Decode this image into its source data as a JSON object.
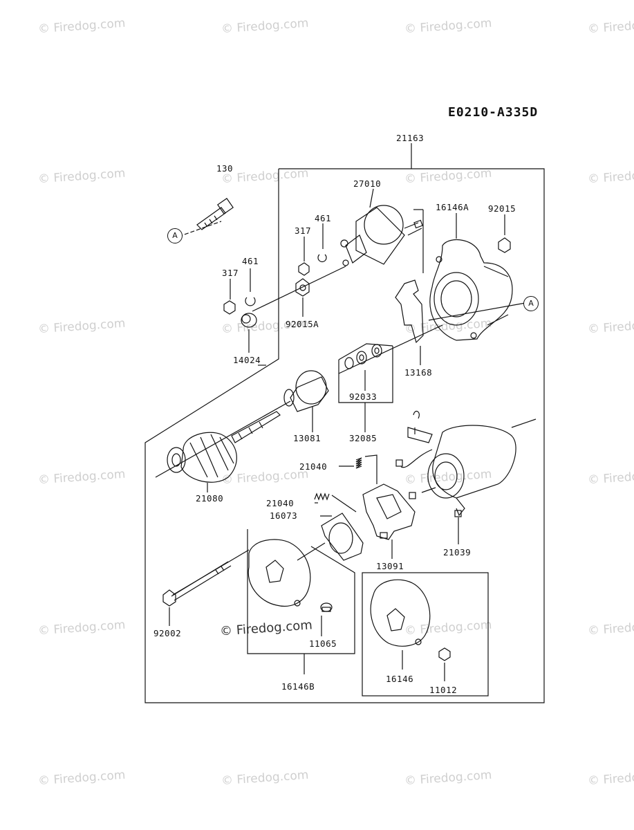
{
  "diagram_code": "E0210-A335D",
  "watermark": "© Firedog.com",
  "ref_marker": "A",
  "parts": [
    {
      "id": "21163",
      "label": "21163"
    },
    {
      "id": "130",
      "label": "130"
    },
    {
      "id": "27010",
      "label": "27010"
    },
    {
      "id": "16146A",
      "label": "16146A"
    },
    {
      "id": "92015",
      "label": "92015"
    },
    {
      "id": "461a",
      "label": "461"
    },
    {
      "id": "317a",
      "label": "317"
    },
    {
      "id": "461b",
      "label": "461"
    },
    {
      "id": "317b",
      "label": "317"
    },
    {
      "id": "92015A",
      "label": "92015A"
    },
    {
      "id": "14024",
      "label": "14024"
    },
    {
      "id": "13168",
      "label": "13168"
    },
    {
      "id": "92033",
      "label": "92033"
    },
    {
      "id": "32085",
      "label": "32085"
    },
    {
      "id": "13081",
      "label": "13081"
    },
    {
      "id": "21080",
      "label": "21080"
    },
    {
      "id": "21040a",
      "label": "21040"
    },
    {
      "id": "21040b",
      "label": "21040"
    },
    {
      "id": "16073",
      "label": "16073"
    },
    {
      "id": "13091",
      "label": "13091"
    },
    {
      "id": "21039",
      "label": "21039"
    },
    {
      "id": "92002",
      "label": "92002"
    },
    {
      "id": "11065",
      "label": "11065"
    },
    {
      "id": "16146B",
      "label": "16146B"
    },
    {
      "id": "16146",
      "label": "16146"
    },
    {
      "id": "11012",
      "label": "11012"
    }
  ]
}
